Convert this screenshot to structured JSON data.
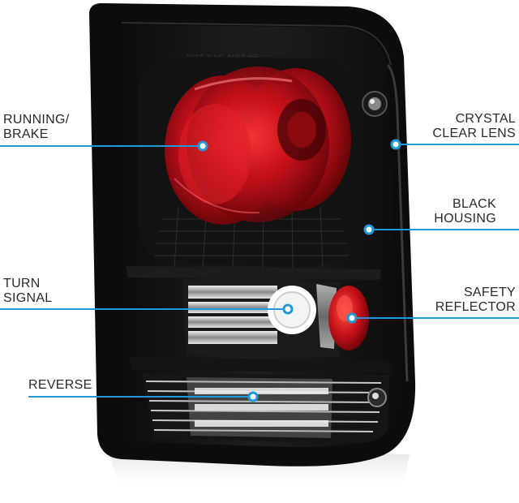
{
  "labels": {
    "running_brake": {
      "line1": "RUNNING/",
      "line2": "BRAKE"
    },
    "crystal_clear_lens": {
      "line1": "CRYSTAL",
      "line2": "CLEAR LENS"
    },
    "black_housing": {
      "line1": "BLACK",
      "line2": "HOUSING"
    },
    "turn_signal": {
      "line1": "TURN",
      "line2": "SIGNAL"
    },
    "safety_reflector": {
      "line1": "SAFETY",
      "line2": "REFLECTOR"
    },
    "reverse": {
      "line1": "REVERSE"
    }
  },
  "lens_marking": "DOT SAE AIST 95",
  "colors": {
    "callout": "#1f9ad6",
    "housing": "#151515",
    "red_lens": "#c0121a",
    "label_text": "#2a2a2a"
  }
}
